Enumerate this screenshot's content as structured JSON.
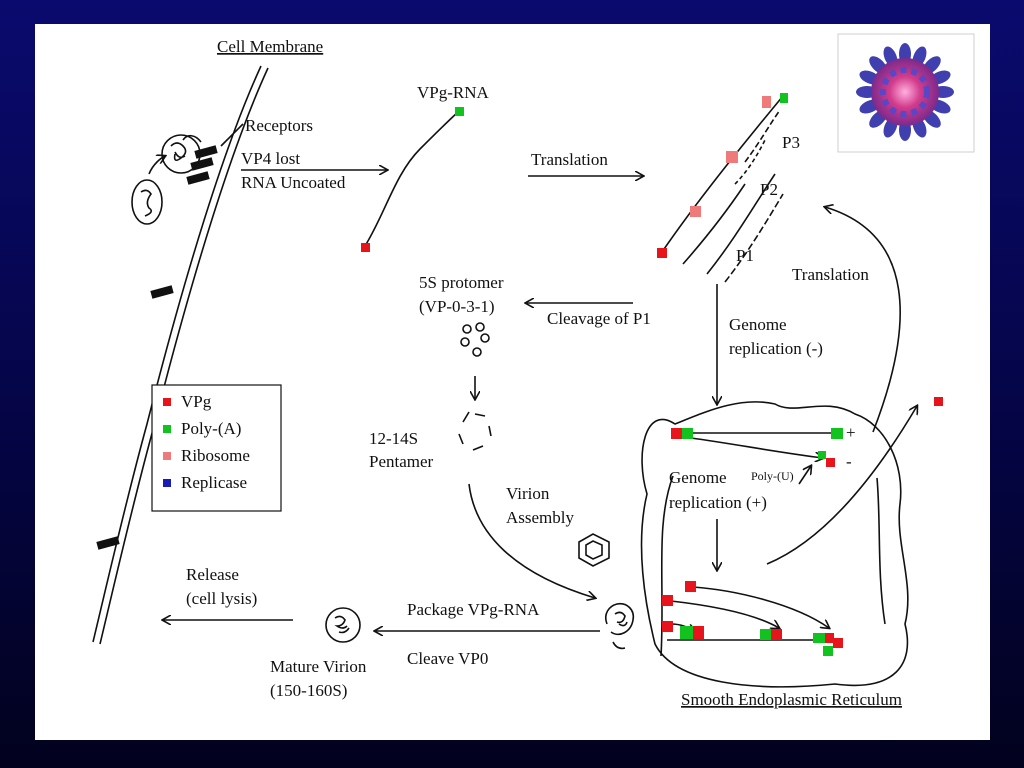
{
  "labels": {
    "cell_membrane": "Cell Membrane",
    "receptors": "Receptors",
    "vp4_lost": "VP4 lost",
    "rna_uncoated": "RNA Uncoated",
    "vpg_rna": "VPg-RNA",
    "translation_top": "Translation",
    "p3": "P3",
    "p2": "P2",
    "p1": "P1",
    "protomer_line1": "5S protomer",
    "protomer_line2": "(VP-0-3-1)",
    "cleavage_p1": "Cleavage of P1",
    "translation_right": "Translation",
    "genome_rep_neg_line1": "Genome",
    "genome_rep_neg_line2": "replication (-)",
    "pentamer_line1": "12-14S",
    "pentamer_line2": "Pentamer",
    "genome_rep_pos_line1": "Genome",
    "genome_rep_pos_line2": "replication (+)",
    "poly_u": "Poly-(U)",
    "plus_sign": "+",
    "minus_sign": "-",
    "virion_assembly_line1": "Virion",
    "virion_assembly_line2": "Assembly",
    "release_line1": "Release",
    "release_line2": "(cell lysis)",
    "package_vpg_rna": "Package VPg-RNA",
    "cleave_vp0": "Cleave VP0",
    "mature_virion_line1": "Mature Virion",
    "mature_virion_line2": "(150-160S)",
    "smooth_er": "Smooth Endoplasmic Reticulum"
  },
  "legend": [
    {
      "label": "VPg",
      "color": "#e8141c"
    },
    {
      "label": "Poly-(A)",
      "color": "#12c21f"
    },
    {
      "label": "Ribosome",
      "color": "#ee7a7a"
    },
    {
      "label": "Replicase",
      "color": "#1a1ab4"
    }
  ],
  "colors": {
    "vpg": "#e8141c",
    "poly_a": "#12c21f",
    "ribosome": "#ee7a7a",
    "replicase": "#1a1ab4",
    "virus_blue": "#3f3fb0",
    "virus_pink": "#d23c8c"
  },
  "icons": {
    "virus_image": "virus-particle-icon"
  }
}
